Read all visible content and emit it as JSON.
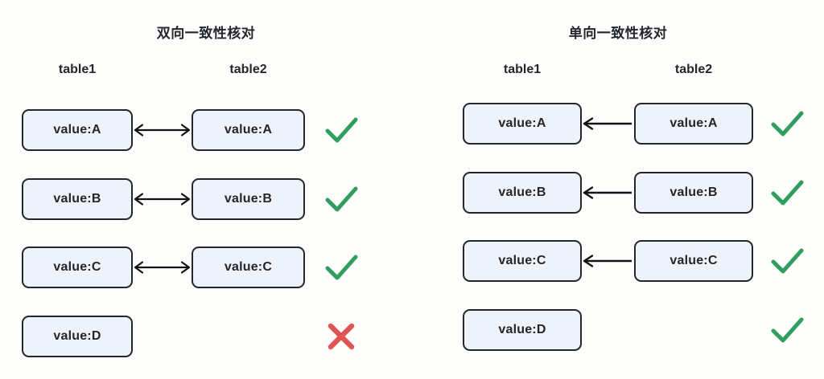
{
  "page": {
    "background": "#fdfdfb",
    "node_fill": "#eef2fa",
    "node_border": "#23262b",
    "text_color": "#23262b",
    "check_color": "#2f9e5e",
    "cross_color": "#e15454"
  },
  "panels": [
    {
      "id": "bidirectional",
      "title": "双向一致性核对",
      "columns": [
        {
          "label": "table1"
        },
        {
          "label": "table2"
        }
      ],
      "rows": [
        {
          "left": "value:A",
          "right": "value:A",
          "arrow": "double",
          "mark": "check"
        },
        {
          "left": "value:B",
          "right": "value:B",
          "arrow": "double",
          "mark": "check"
        },
        {
          "left": "value:C",
          "right": "value:C",
          "arrow": "double",
          "mark": "check"
        },
        {
          "left": "value:D",
          "right": "",
          "arrow": "none",
          "mark": "cross"
        }
      ]
    },
    {
      "id": "unidirectional",
      "title": "单向一致性核对",
      "columns": [
        {
          "label": "table1"
        },
        {
          "label": "table2"
        }
      ],
      "rows": [
        {
          "left": "value:A",
          "right": "value:A",
          "arrow": "left",
          "mark": "check"
        },
        {
          "left": "value:B",
          "right": "value:B",
          "arrow": "left",
          "mark": "check"
        },
        {
          "left": "value:C",
          "right": "value:C",
          "arrow": "left",
          "mark": "check"
        },
        {
          "left": "value:D",
          "right": "",
          "arrow": "none",
          "mark": "check"
        }
      ]
    }
  ],
  "geometry": {
    "row_tops_left": [
      136,
      222,
      307,
      393
    ],
    "row_tops_right": [
      128,
      214,
      299,
      385
    ]
  },
  "icons": {
    "check": "check-icon",
    "cross": "cross-icon",
    "arrow_double": "double-arrow-icon",
    "arrow_left": "left-arrow-icon"
  }
}
